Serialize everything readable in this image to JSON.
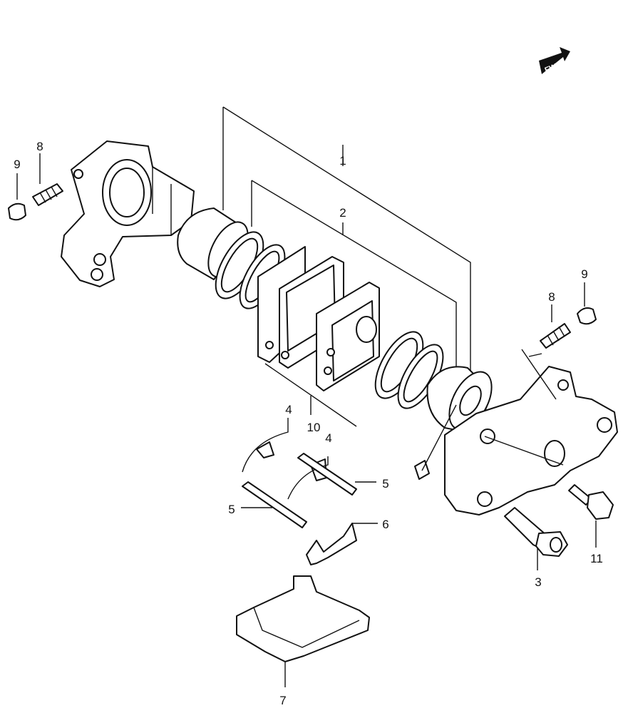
{
  "direction_marker": {
    "label": "FWD",
    "icon": "fwd-arrow-icon"
  },
  "callouts": {
    "c1": "1",
    "c2": "2",
    "c3": "3",
    "c4a": "4",
    "c4b": "4",
    "c5a": "5",
    "c5b": "5",
    "c6": "6",
    "c7": "7",
    "c8a": "8",
    "c8b": "8",
    "c9a": "9",
    "c9b": "9",
    "c10": "10",
    "c11": "11"
  },
  "colors": {
    "line": "#111111",
    "background": "#ffffff"
  }
}
